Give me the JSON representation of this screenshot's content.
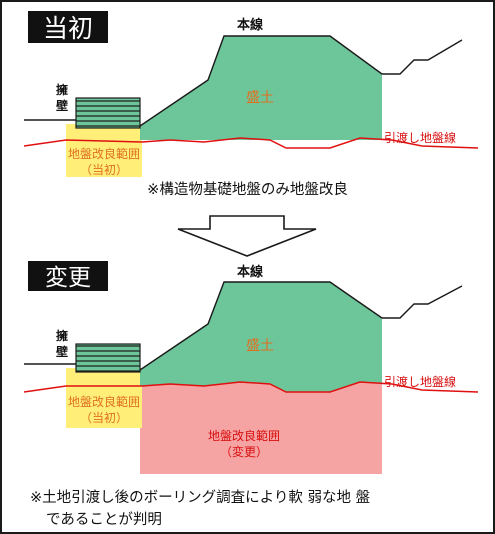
{
  "before": {
    "badge": "当初",
    "main_line": "本線",
    "embankment": "盛土",
    "retaining_wall_top": "擁",
    "retaining_wall_bottom": "壁",
    "improvement_range_line1": "地盤改良範囲",
    "improvement_range_line2": "（当初）",
    "transfer_ground_line": "引渡し地盤線",
    "note": "※構造物基礎地盤のみ地盤改良"
  },
  "after": {
    "badge": "変更",
    "main_line": "本線",
    "embankment": "盛土",
    "retaining_wall_top": "擁",
    "retaining_wall_bottom": "壁",
    "improvement_range_orig_line1": "地盤改良範囲",
    "improvement_range_orig_line2": "（当初）",
    "improvement_range_new_line1": "地盤改良範囲",
    "improvement_range_new_line2": "（変更）",
    "transfer_ground_line": "引渡し地盤線",
    "note_line1": "※土地引渡し後のボーリング調査により軟 弱な地 盤",
    "note_line2": "であることが判明"
  },
  "colors": {
    "embankment_green": "#6dc59a",
    "embankment_outline": "#1a1a1a",
    "improvement_original_yellow": "#ffef79",
    "improvement_changed_pink": "#f6a3a3",
    "transfer_line_red": "#e01010",
    "label_red": "#d81010",
    "label_orange": "#e07020",
    "badge_bg": "#111111",
    "badge_text": "#ffffff"
  }
}
